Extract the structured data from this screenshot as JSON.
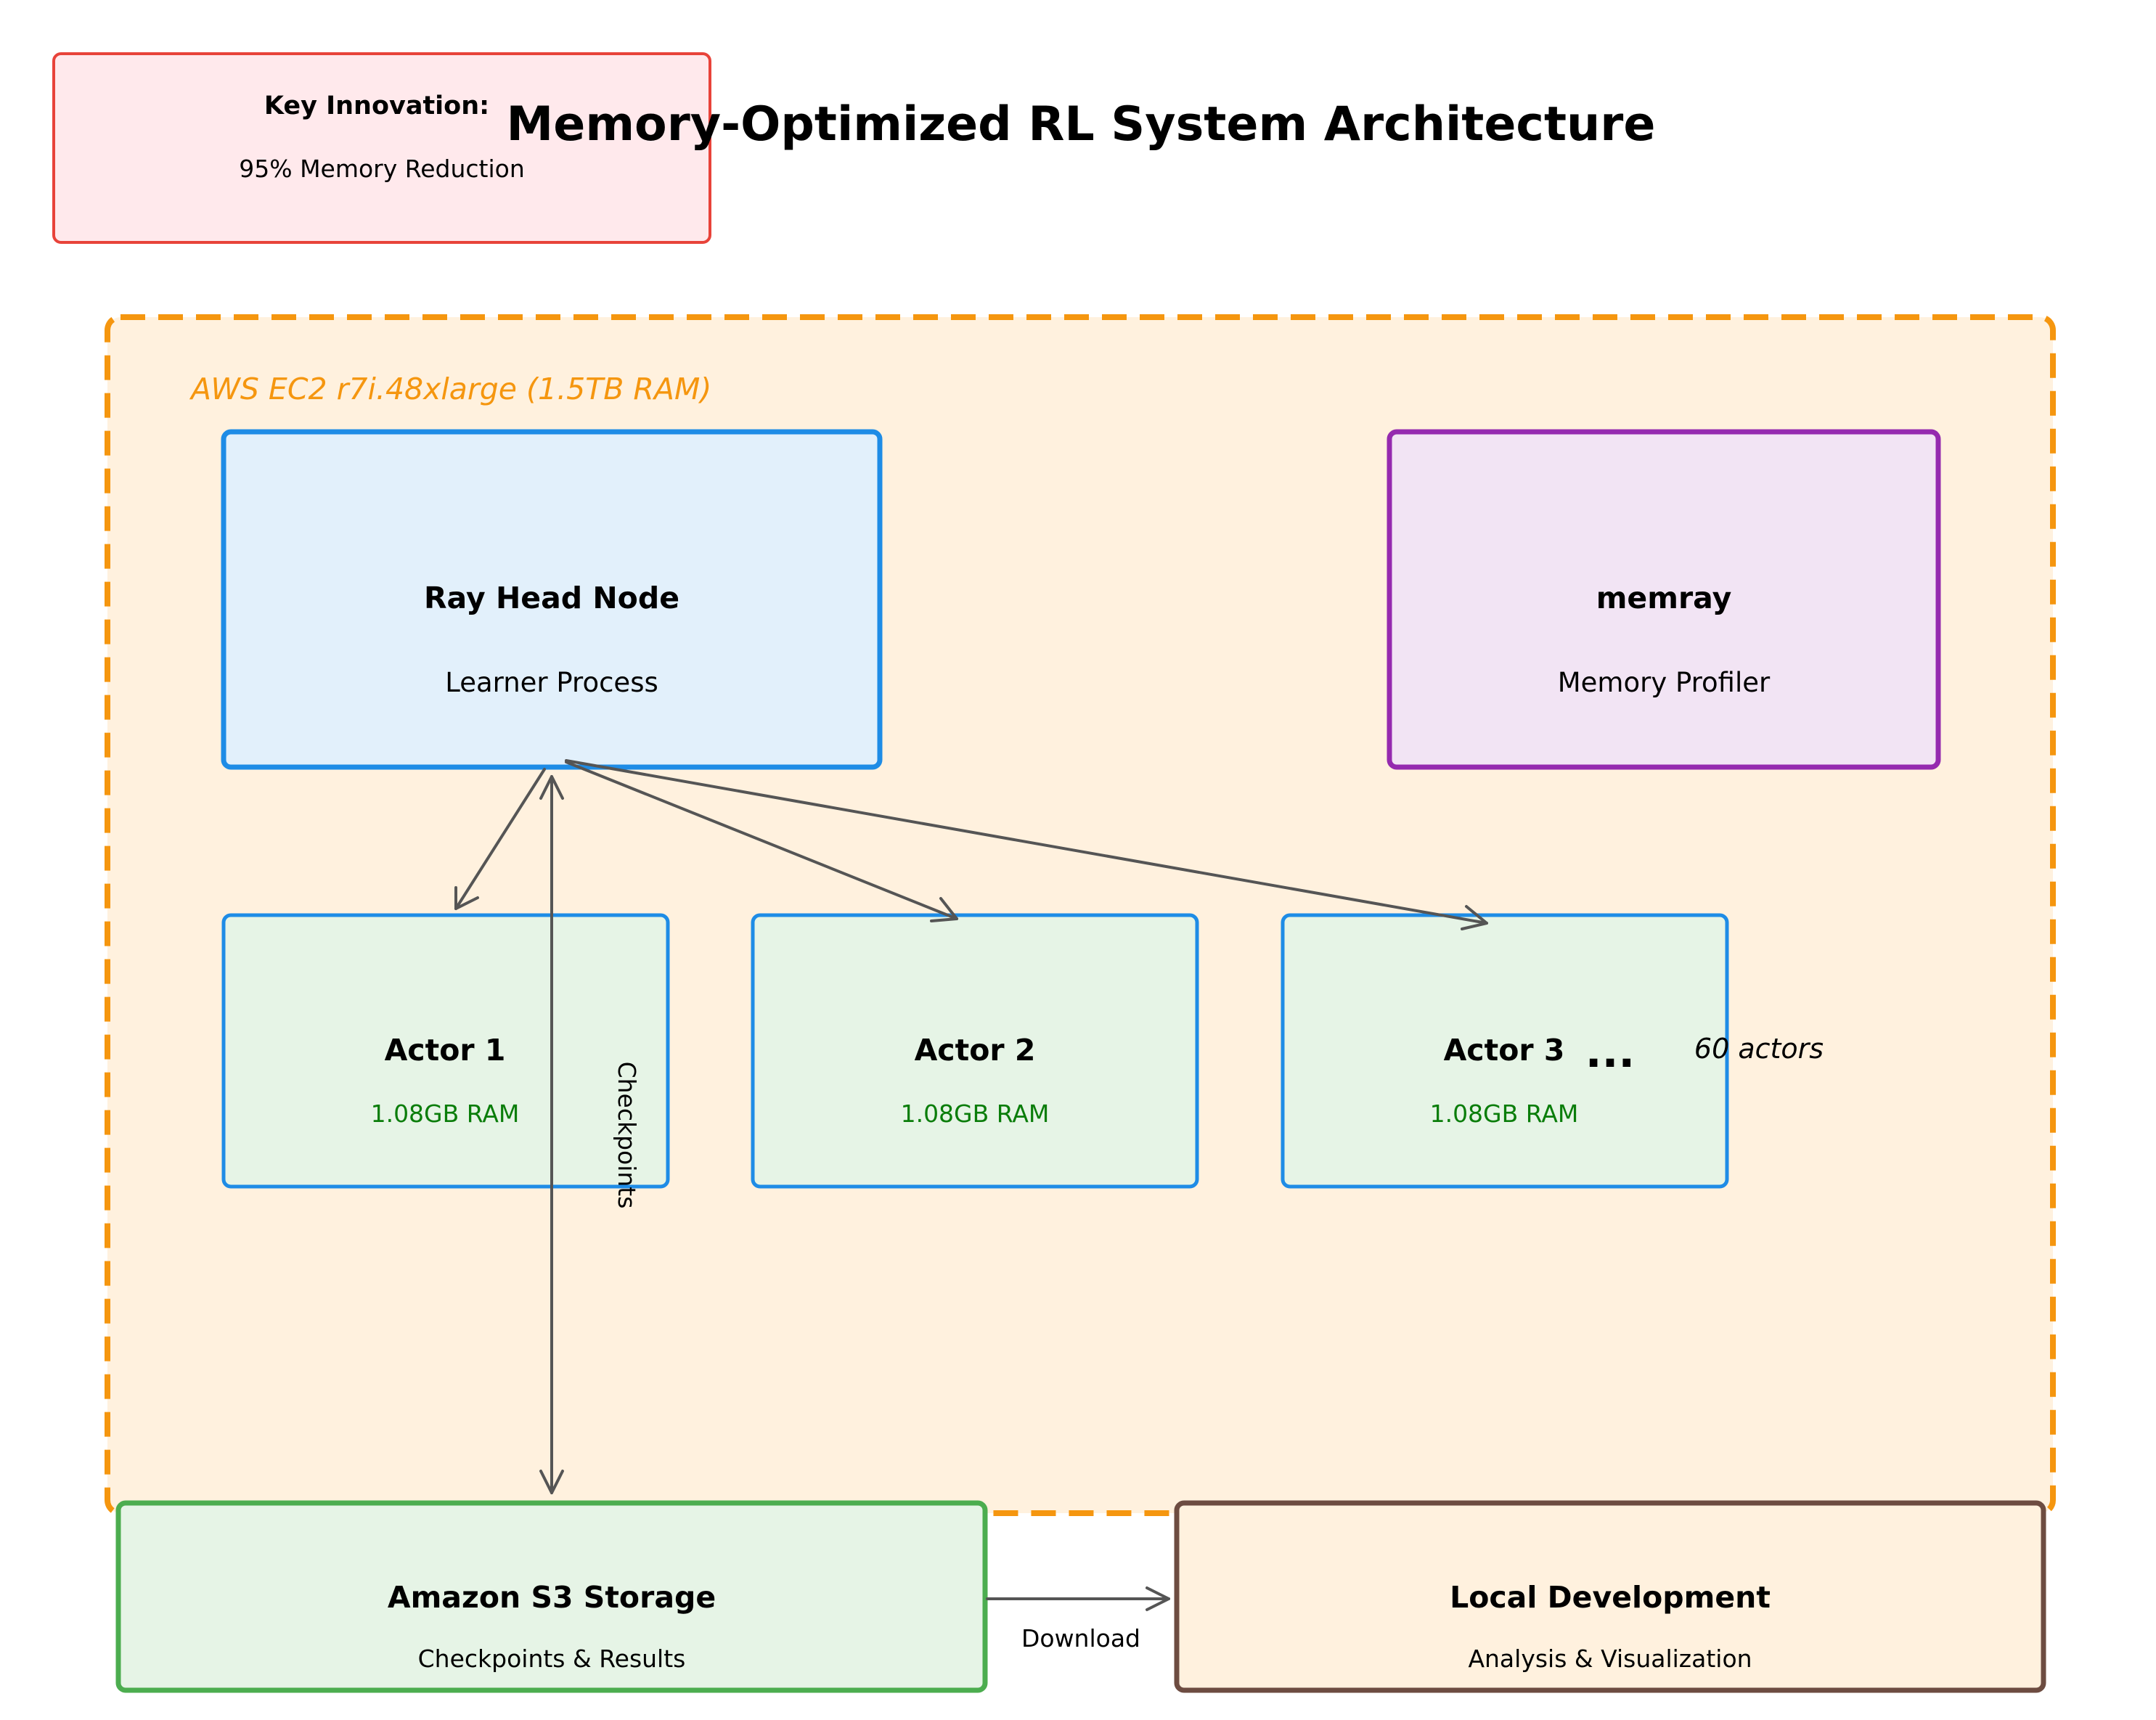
{
  "title": "Memory-Optimized RL System Architecture",
  "callout": {
    "heading": "Key Innovation:",
    "detail": "95% Memory Reduction"
  },
  "aws": {
    "label": "AWS EC2 r7i.48xlarge (1.5TB RAM)"
  },
  "head_node": {
    "title": "Ray Head Node",
    "subtitle": "Learner Process"
  },
  "memray": {
    "title": "memray",
    "subtitle": "Memory Profiler"
  },
  "actors": [
    {
      "title": "Actor 1",
      "ram": "1.08GB RAM"
    },
    {
      "title": "Actor 2",
      "ram": "1.08GB RAM"
    },
    {
      "title": "Actor 3",
      "ram": "1.08GB RAM"
    }
  ],
  "ellipsis": "...",
  "actor_count": "60 actors",
  "checkpoints_label": "Checkpoints",
  "s3": {
    "title": "Amazon S3 Storage",
    "subtitle": "Checkpoints & Results"
  },
  "local": {
    "title": "Local Development",
    "subtitle": "Analysis & Visualization"
  },
  "download_label": "Download",
  "colors": {
    "callout_fill": "#ffe9ec",
    "callout_stroke": "#e8433a",
    "aws_fill": "#fff1de",
    "aws_stroke": "#f5960f",
    "head_fill": "#e2f0fb",
    "head_stroke": "#1e8ce6",
    "memray_fill": "#f2e4f4",
    "memray_stroke": "#952aaf",
    "actor_fill": "#e6f4e6",
    "actor_stroke": "#1e8ce6",
    "s3_fill": "#e6f4e6",
    "s3_stroke": "#4cad4f",
    "local_fill": "#fff1de",
    "local_stroke": "#6d4c41",
    "arrow": "#555555",
    "ram_text": "#0a7d0a"
  }
}
